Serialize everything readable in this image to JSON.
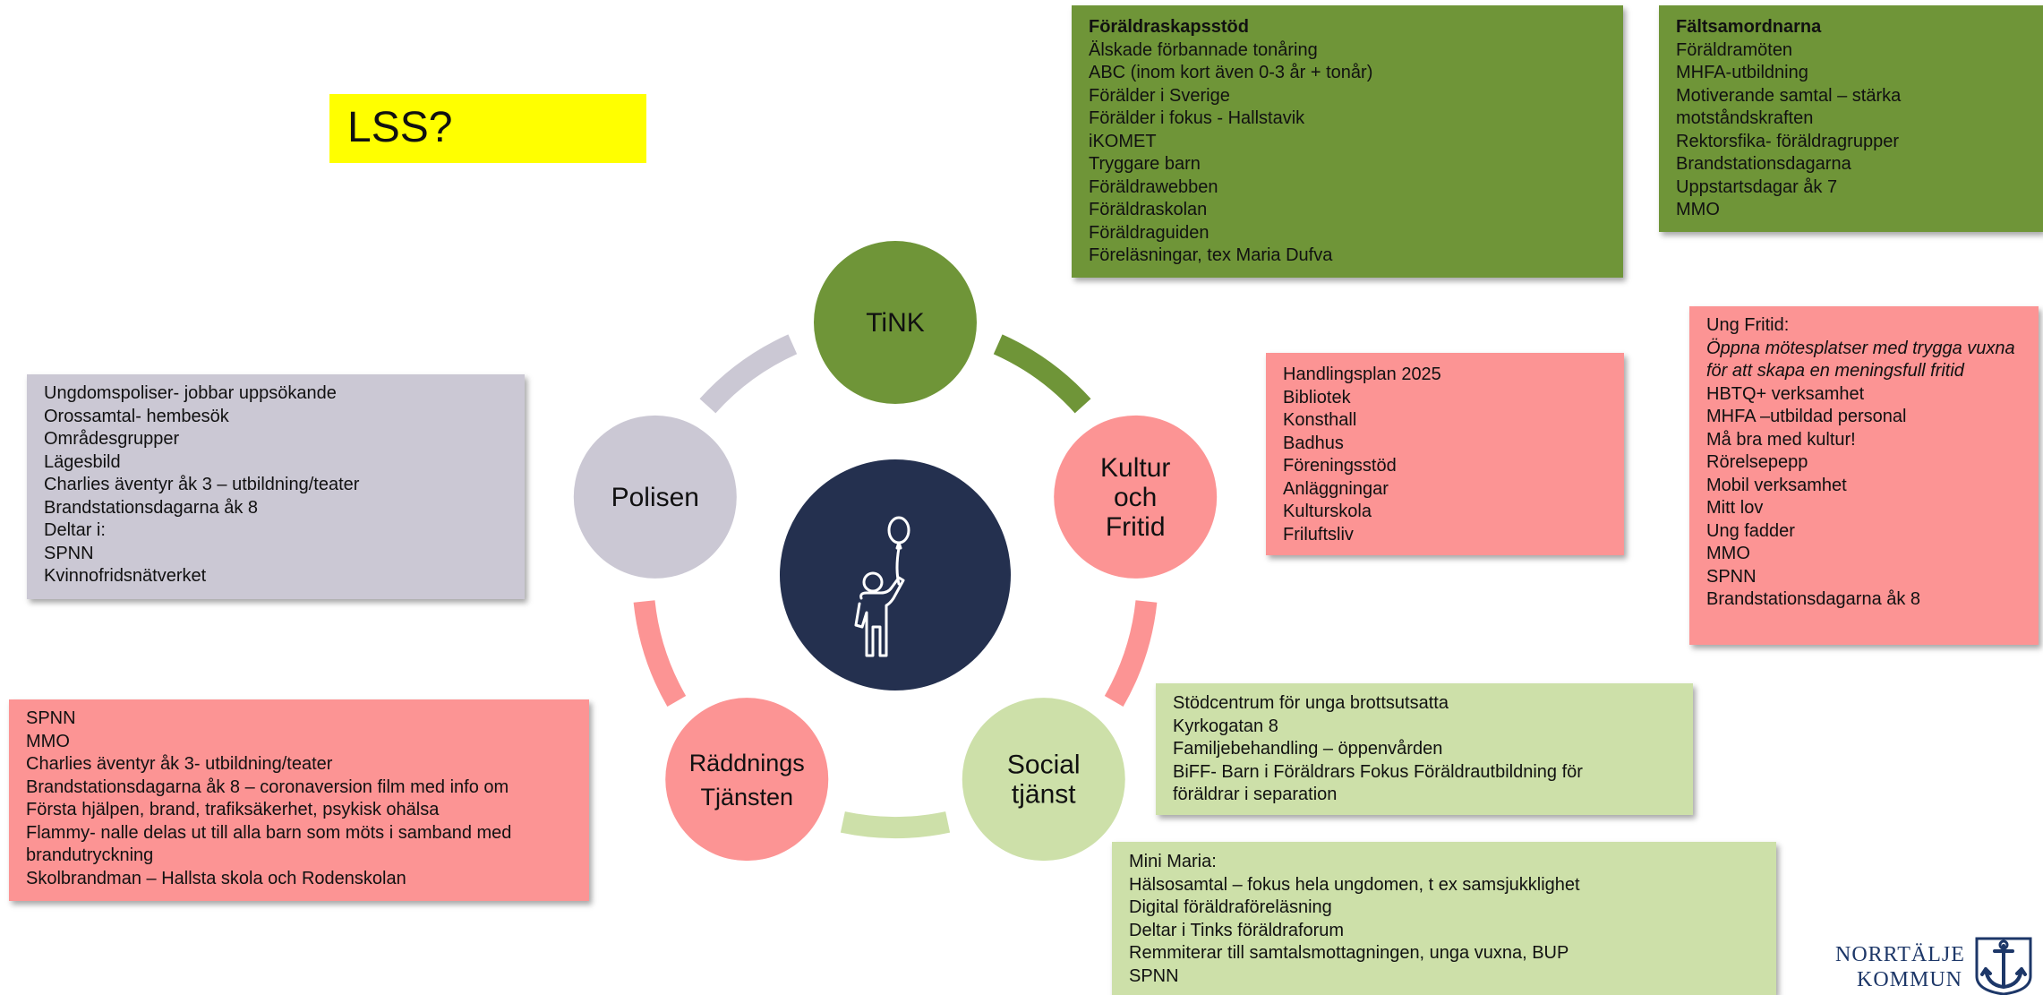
{
  "title_tag": "LSS?",
  "center_node": {
    "icon": "child-with-balloon-icon",
    "color": "#24304f"
  },
  "nodes": {
    "tink": {
      "label": [
        "TiNK"
      ],
      "color": "#6f9538"
    },
    "kultur": {
      "label": [
        "Kultur",
        "och",
        "Fritid"
      ],
      "color": "#fc9494"
    },
    "social": {
      "label": [
        "Social",
        "tjänst"
      ],
      "color": "#cde0a9"
    },
    "raddnings": {
      "label": [
        "Räddnings",
        "Tjänsten"
      ],
      "color": "#fc9494"
    },
    "polisen": {
      "label": [
        "Polisen"
      ],
      "color": "#cbc8d4"
    }
  },
  "boxes": {
    "foraldraskapsstod": {
      "heading": "Föräldraskapsstöd",
      "items": [
        "Älskade förbannade tonåring",
        "ABC (inom kort även 0-3 år + tonår)",
        "Förälder i Sverige",
        "Förälder i fokus - Hallstavik",
        "iKOMET",
        "Tryggare barn",
        "Föräldrawebben",
        "Föräldraskolan",
        "Föräldraguiden",
        "Föreläsningar, tex Maria Dufva"
      ]
    },
    "faltsamordnarna": {
      "heading": "Fältsamordnarna",
      "items": [
        "Föräldramöten",
        "MHFA-utbildning",
        "Motiverande samtal – stärka",
        "motståndskraften",
        "Rektorsfika- föräldragrupper",
        "Brandstationsdagarna",
        "Uppstartsdagar åk 7",
        "MMO"
      ]
    },
    "handlingsplan": {
      "items": [
        "Handlingsplan 2025",
        "Bibliotek",
        "Konsthall",
        "Badhus",
        "Föreningsstöd",
        "Anläggningar",
        "Kulturskola",
        "Friluftsliv"
      ]
    },
    "ung_fritid": {
      "heading": "Ung Fritid:",
      "intro": "Öppna mötesplatser med trygga vuxna för att skapa en meningsfull fritid",
      "items": [
        "HBTQ+ verksamhet",
        "MHFA –utbildad personal",
        "Må bra med kultur!",
        "Rörelsepepp",
        "Mobil verksamhet",
        "Mitt lov",
        "Ung fadder",
        "MMO",
        "SPNN",
        "Brandstationsdagarna åk 8"
      ]
    },
    "polisen": {
      "items": [
        "Ungdomspoliser- jobbar uppsökande",
        "Orossamtal- hembesök",
        "Områdesgrupper",
        "Lägesbild",
        "Charlies äventyr åk 3 – utbildning/teater",
        "Brandstationsdagarna åk 8",
        "Deltar i:",
        "SPNN",
        "Kvinnofridsnätverket"
      ]
    },
    "raddning": {
      "items": [
        "SPNN",
        "MMO",
        "Charlies äventyr åk 3- utbildning/teater",
        "Brandstationsdagarna åk 8 – coronaversion film med info om",
        "Första hjälpen, brand, trafiksäkerhet, psykisk ohälsa",
        "Flammy- nalle delas ut till alla barn som möts i samband med",
        "brandutryckning",
        "Skolbrandman – Hallsta skola och Rodenskolan"
      ]
    },
    "stodcentrum": {
      "items": [
        "Stödcentrum för unga brottsutsatta",
        "Kyrkogatan 8",
        "Familjebehandling – öppenvården",
        "BiFF- Barn i Föräldrars Fokus Föräldrautbildning för",
        "föräldrar i separation"
      ]
    },
    "mini_maria": {
      "heading": "Mini Maria:",
      "items": [
        "Hälsosamtal – fokus hela ungdomen, t ex samsjukklighet",
        "Digital föräldraföreläsning",
        "Deltar i Tinks föräldraforum",
        "Remmiterar till samtalsmottagningen, unga vuxna, BUP",
        "SPNN"
      ]
    }
  },
  "logo": {
    "text": [
      "NORRTÄLJE",
      "KOMMUN"
    ],
    "icon": "anchor-crest-icon",
    "color": "#1d3768"
  }
}
